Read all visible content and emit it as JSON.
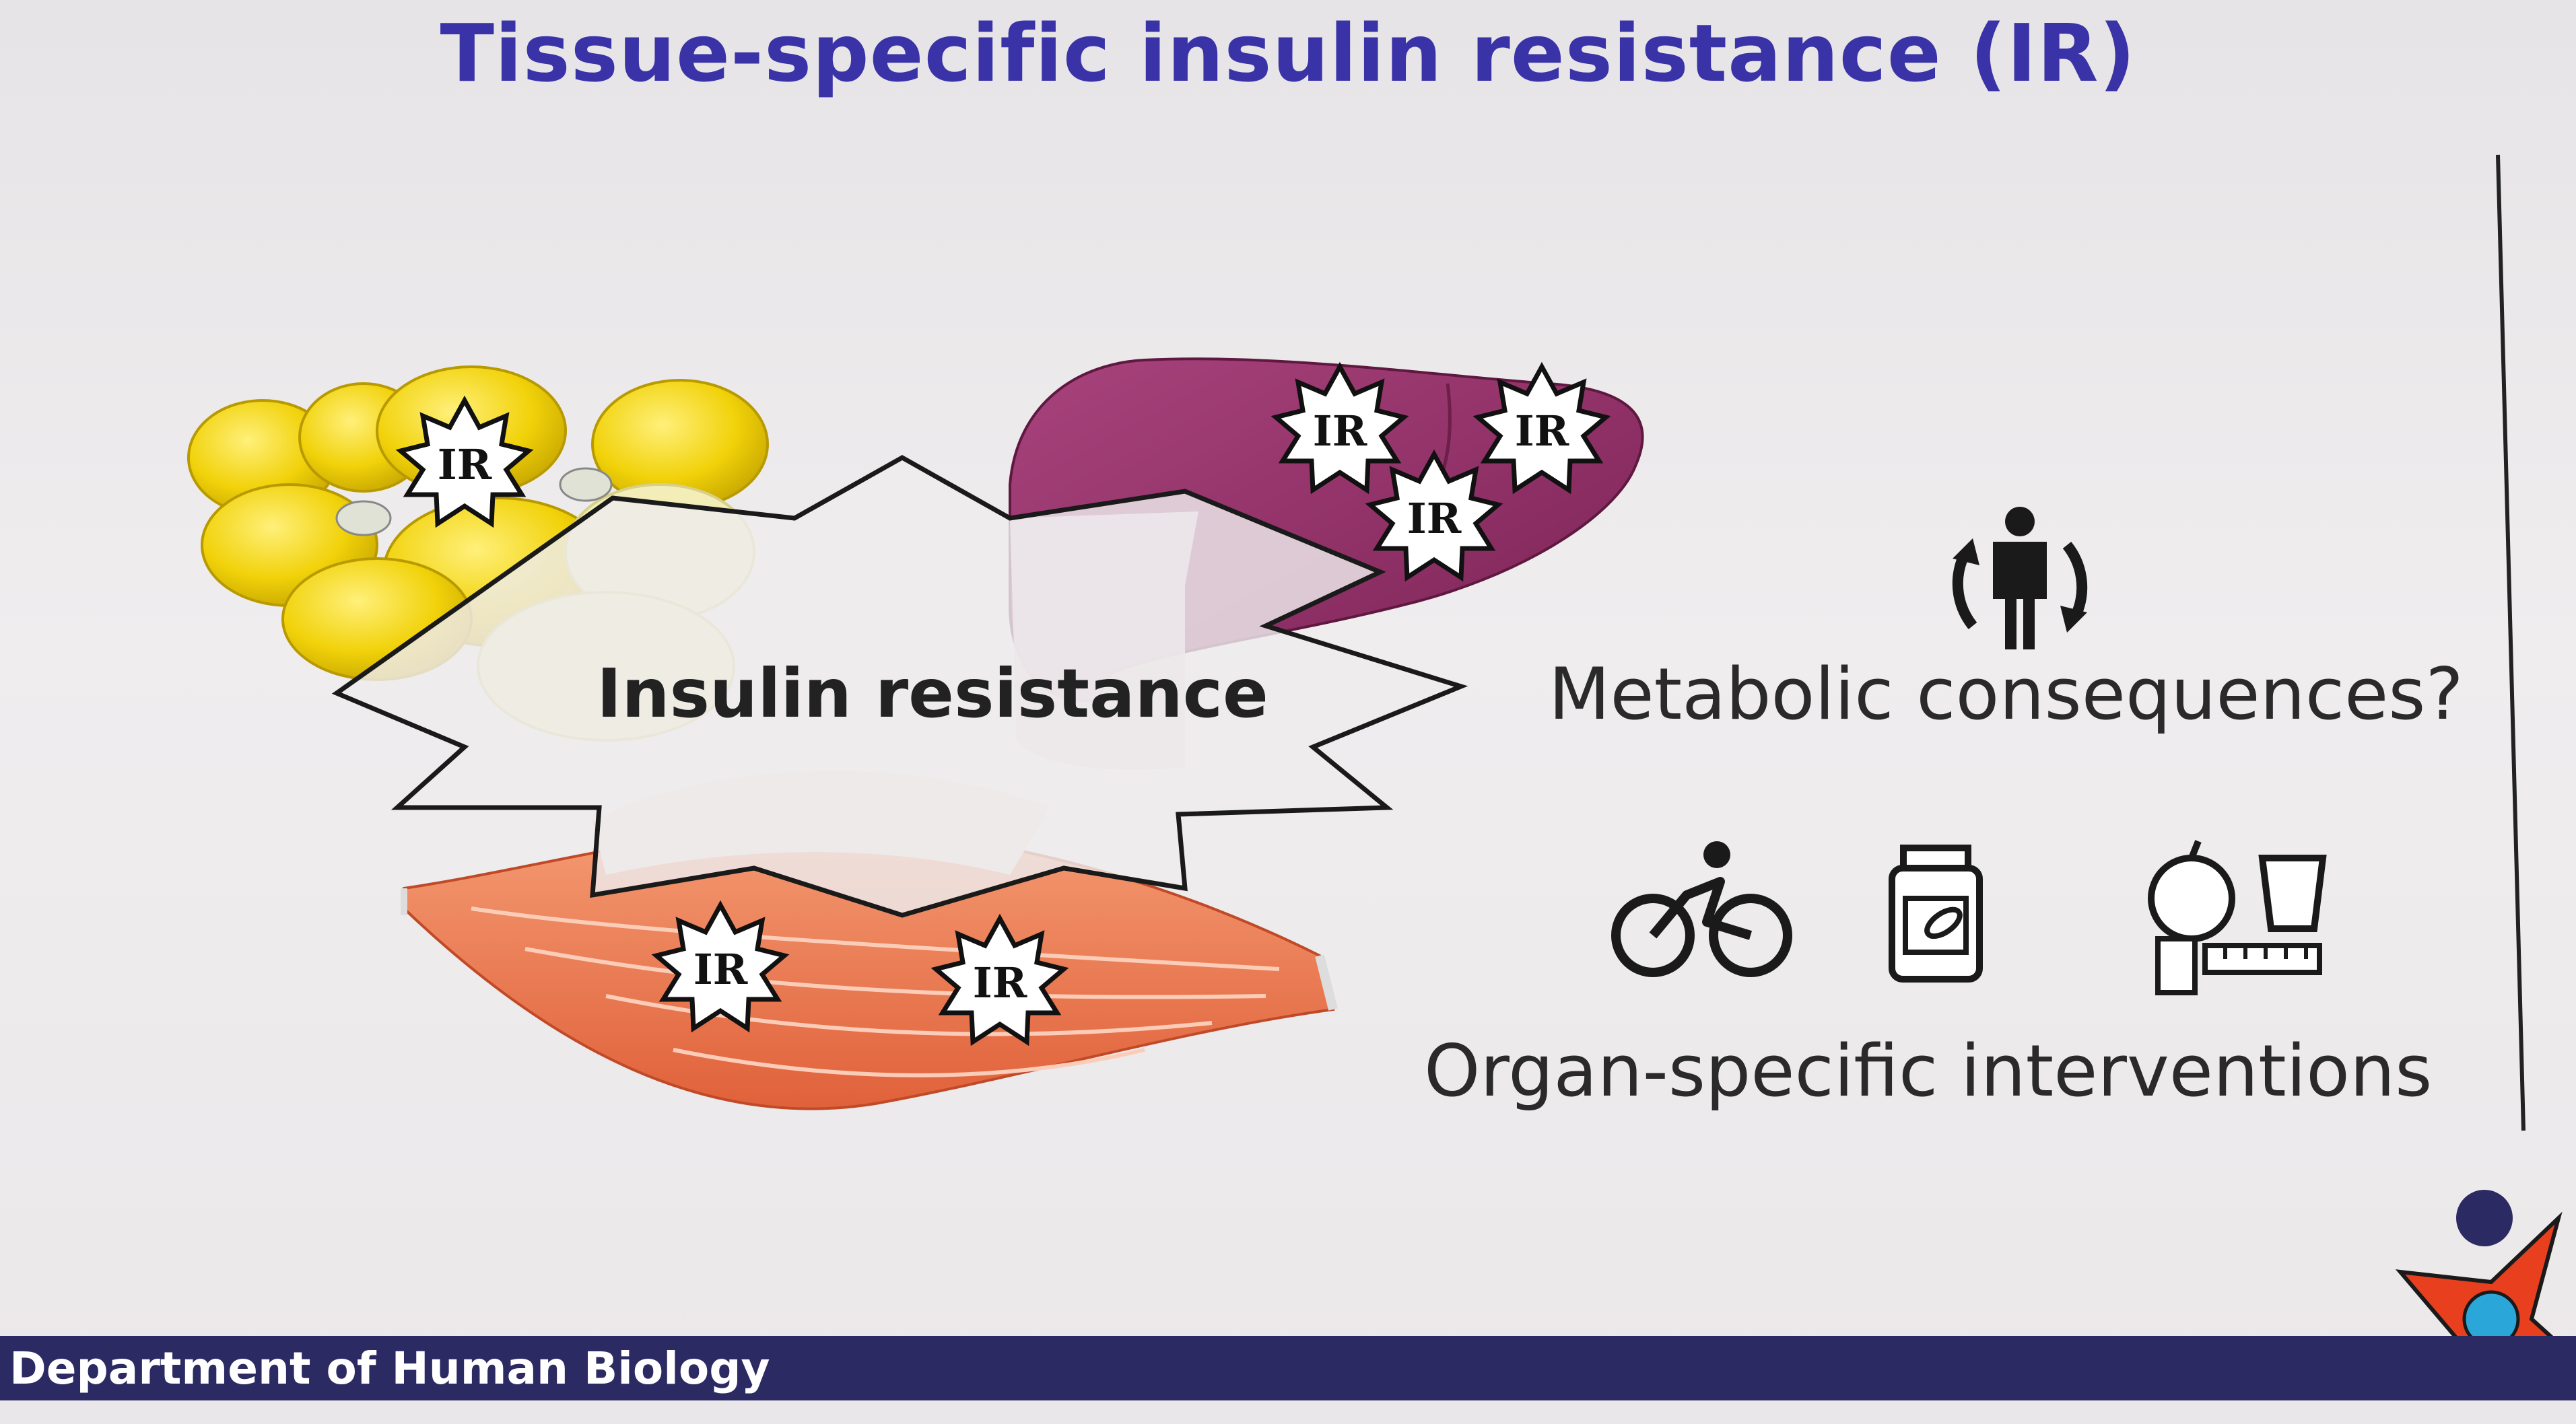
{
  "slide": {
    "title": "Tissue-specific insulin resistance (IR)",
    "center_label": "Insulin resistance",
    "badge_text": "IR",
    "metabolic_label": "Metabolic consequences?",
    "interventions_label": "Organ-specific interventions",
    "footer_text": "Department of Human Biology"
  },
  "organs": [
    "adipose-tissue",
    "liver",
    "skeletal-muscle"
  ],
  "intervention_icons": [
    "bicycle-icon",
    "pill-bottle-icon",
    "diet-measure-icon"
  ],
  "colors": {
    "title": "#3a33a8",
    "footer_bar": "#2c2a63",
    "adipose": "#f1d20a",
    "liver": "#8c2f63",
    "muscle": "#ef7a4f",
    "logo_accent": "#e8401f"
  }
}
